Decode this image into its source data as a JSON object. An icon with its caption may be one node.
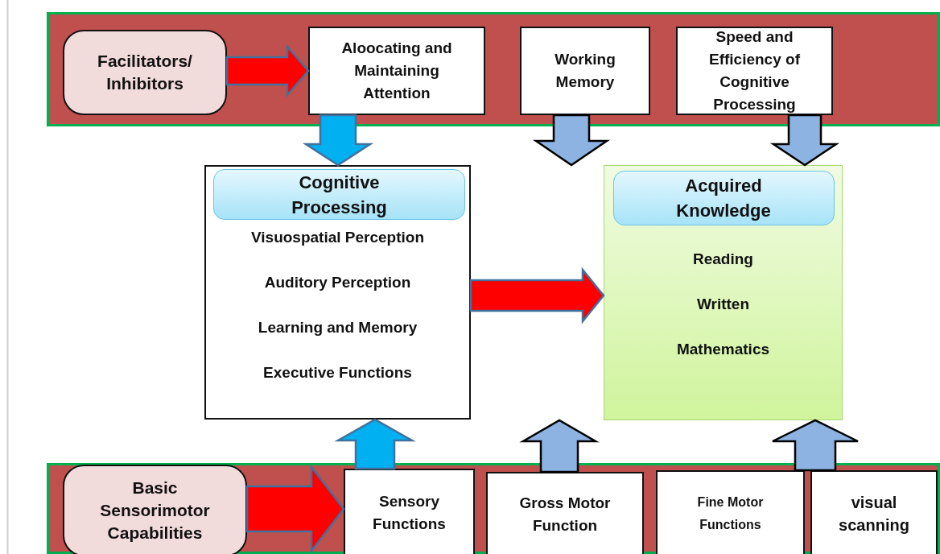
{
  "diagram": {
    "nodes": [
      {
        "text": [],
        "shape": "box"
      },
      {
        "text": [
          "Facilitators/ Inhibitors"
        ],
        "in": 0
      },
      {
        "text": [
          "Aloocating and Maintaining Attention"
        ],
        "in": 0
      },
      {
        "text": [
          "Working Memory"
        ],
        "in": 0
      },
      {
        "text": [
          "Speed and Efficiency of Cognitive Processing"
        ],
        "in": 0
      },
      {
        "text": [
          "Visuospatial Perception",
          "Auditory Perception",
          "Learning and Memory",
          "Executive Functions"
        ]
      },
      {
        "text": [
          "Cognitive Processing"
        ],
        "in": 5
      },
      {
        "text": [
          "Reading",
          "Written",
          "Mathematics"
        ]
      },
      {
        "text": [
          "Acquired Knowledge"
        ],
        "in": 7
      },
      {
        "text": [],
        "shape": "box"
      },
      {
        "text": [
          "Basic Sensorimotor Capabilities"
        ],
        "in": 9
      },
      {
        "text": [
          "Sensory Functions"
        ],
        "in": 9
      },
      {
        "text": [
          "Gross Motor Function"
        ],
        "in": 9
      },
      {
        "text": [
          "Fine Motor Functions"
        ],
        "in": 9
      },
      {
        "text": [
          "visual scanning"
        ],
        "in": 9
      }
    ],
    "edges": [
      {
        "from": 1,
        "to": 2,
        "arrow": "to",
        "color": "#ff0000"
      },
      {
        "from": 2,
        "to": 5,
        "arrow": "to",
        "color": "#00b0f0"
      },
      {
        "from": 3,
        "to": null,
        "arrow": "to"
      },
      {
        "from": 4,
        "to": 7,
        "arrow": "to"
      },
      {
        "from": 5,
        "to": 7,
        "arrow": "to",
        "color": "#ff0000"
      },
      {
        "from": 10,
        "to": 11,
        "arrow": "to",
        "color": "#ff0000"
      },
      {
        "from": 11,
        "to": 5,
        "arrow": "to",
        "color": "#00b0f0"
      },
      {
        "from": 12,
        "to": null,
        "arrow": "to"
      },
      {
        "from": 14,
        "to": 7,
        "arrow": "to"
      }
    ]
  }
}
